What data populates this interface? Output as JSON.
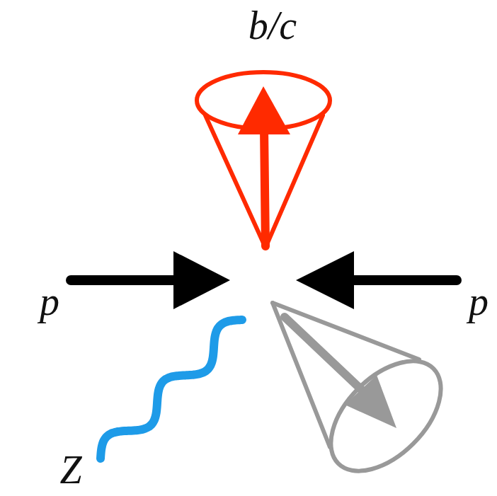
{
  "diagram": {
    "labels": [
      "b/c",
      "p",
      "p",
      "Z"
    ]
  }
}
